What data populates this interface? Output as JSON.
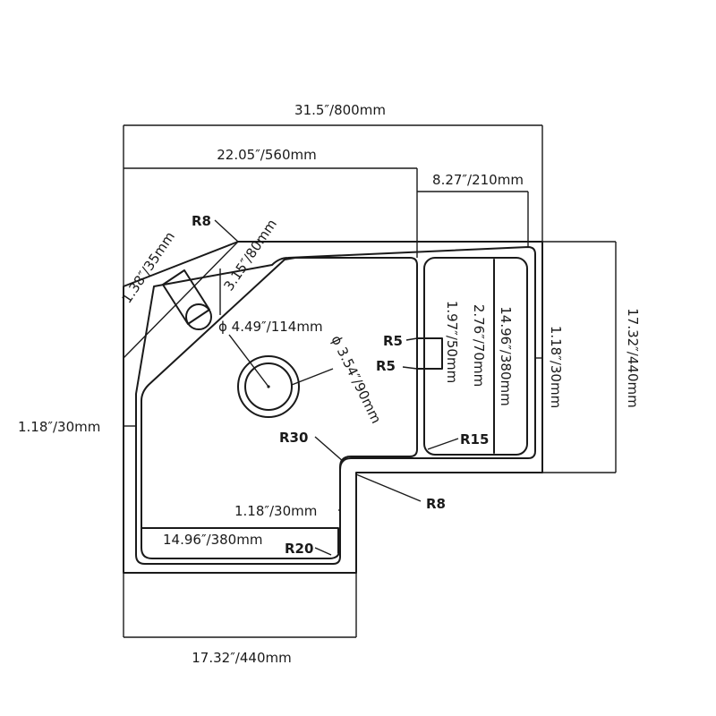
{
  "dimensions": {
    "overall_width": "31.5″/800mm",
    "upper_width": "22.05″/560mm",
    "right_basin_width": "8.27″/210mm",
    "right_depth": "17.32″/440mm",
    "bottom_width": "17.32″/440mm",
    "rim_right": "1.18″/30mm",
    "rim_left": "1.18″/30mm",
    "rim_lower": "1.18″/30mm",
    "right_basin_length": "14.96″/380mm",
    "lower_basin_length": "14.96″/380mm",
    "slot_length": "2.76″/70mm",
    "slot_width": "1.97″/50mm",
    "drain_diameter": "ϕ 4.49″/114mm",
    "drain_inner_diameter": "ϕ 3.54″/90mm",
    "overflow_width": "1.38″/35mm",
    "overflow_length": "3.15″/80mm"
  },
  "radii": {
    "r8_top": "R8",
    "r5_upper": "R5",
    "r5_lower": "R5",
    "r30": "R30",
    "r15": "R15",
    "r8_corner": "R8",
    "r20": "R20"
  }
}
